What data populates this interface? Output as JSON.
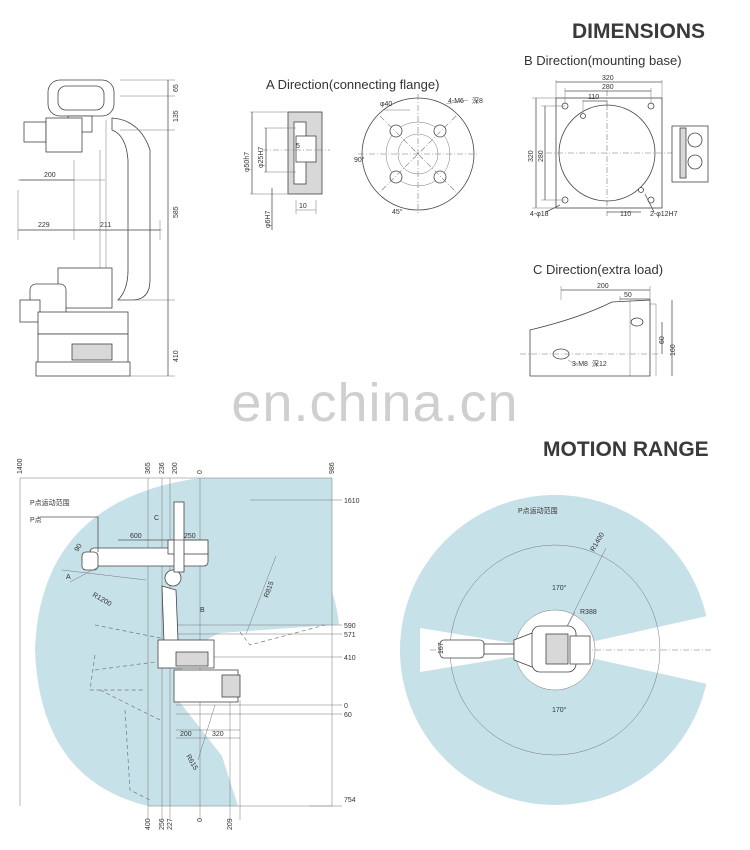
{
  "headings": {
    "dimensions": "DIMENSIONS",
    "motion_range": "MOTION RANGE"
  },
  "views": {
    "a": "A Direction(connecting  flange)",
    "b": "B Direction(mounting base)",
    "c": "C Direction(extra load)"
  },
  "watermark": "en.china.cn",
  "side_view": {
    "dims": [
      "65",
      "135",
      "200",
      "229",
      "211",
      "585",
      "410"
    ]
  },
  "flange": {
    "dims": [
      "φ50h7",
      "φ25H7",
      "5",
      "10",
      "φ6H7"
    ],
    "circle_labels": [
      "φ40",
      "4-M6",
      "深8",
      "90°",
      "45°"
    ]
  },
  "base": {
    "dims": [
      "320",
      "280",
      "110",
      "320",
      "280",
      "4-φ18",
      "110",
      "2-φ12H7"
    ]
  },
  "extra_load": {
    "dims": [
      "200",
      "50",
      "60",
      "160",
      "3-M8",
      "深12"
    ]
  },
  "motion_left": {
    "top_dims": [
      "1400",
      "365",
      "236",
      "200",
      "0",
      "986"
    ],
    "right_dims": [
      "1610",
      "590",
      "571",
      "410",
      "0",
      "60",
      "754"
    ],
    "bottom_dims": [
      "400",
      "256",
      "227",
      "0",
      "209"
    ],
    "labels": [
      "P点运动范围",
      "P点",
      "C",
      "B",
      "A",
      "600",
      "250",
      "90",
      "R1200",
      "R815",
      "200",
      "320",
      "R615"
    ]
  },
  "motion_right": {
    "labels": [
      "P点运动范围",
      "R1400",
      "R388",
      "170°",
      "170°",
      "167"
    ]
  },
  "colors": {
    "range_fill": "#c7e1e8",
    "heading": "#3a3a3a",
    "line": "#555555"
  }
}
